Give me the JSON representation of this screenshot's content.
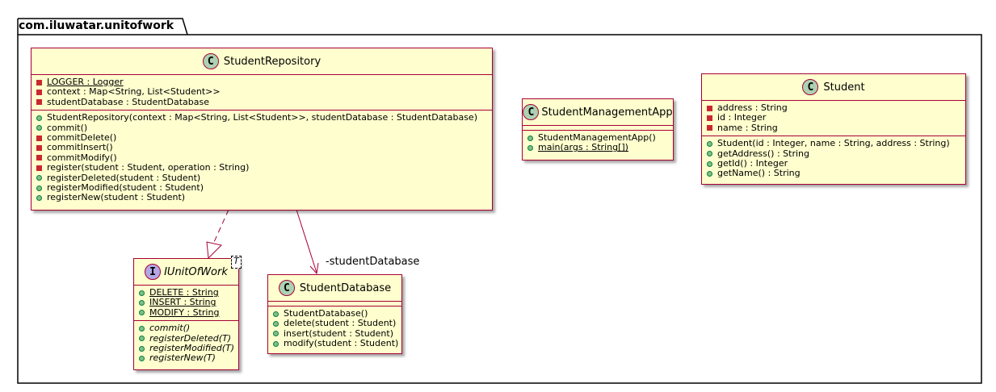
{
  "package": {
    "name": "com.iluwatar.unitofwork"
  },
  "classes": {
    "student_repository": {
      "name": "StudentRepository",
      "kind": "C",
      "fields": [
        {
          "vis": "private",
          "text": "LOGGER : Logger",
          "static": true
        },
        {
          "vis": "private",
          "text": "context : Map<String, List<Student>>"
        },
        {
          "vis": "private",
          "text": "studentDatabase : StudentDatabase"
        }
      ],
      "methods": [
        {
          "vis": "public",
          "text": "StudentRepository(context : Map<String, List<Student>>, studentDatabase : StudentDatabase)"
        },
        {
          "vis": "public",
          "text": "commit()"
        },
        {
          "vis": "private",
          "text": "commitDelete()"
        },
        {
          "vis": "private",
          "text": "commitInsert()"
        },
        {
          "vis": "private",
          "text": "commitModify()"
        },
        {
          "vis": "private",
          "text": "register(student : Student, operation : String)"
        },
        {
          "vis": "public",
          "text": "registerDeleted(student : Student)"
        },
        {
          "vis": "public",
          "text": "registerModified(student : Student)"
        },
        {
          "vis": "public",
          "text": "registerNew(student : Student)"
        }
      ]
    },
    "student_management_app": {
      "name": "StudentManagementApp",
      "kind": "C",
      "fields": [],
      "methods": [
        {
          "vis": "public",
          "text": "StudentManagementApp()"
        },
        {
          "vis": "public",
          "text": "main(args : String[])",
          "static": true
        }
      ]
    },
    "student": {
      "name": "Student",
      "kind": "C",
      "fields": [
        {
          "vis": "private",
          "text": "address : String"
        },
        {
          "vis": "private",
          "text": "id : Integer"
        },
        {
          "vis": "private",
          "text": "name : String"
        }
      ],
      "methods": [
        {
          "vis": "public",
          "text": "Student(id : Integer, name : String, address : String)"
        },
        {
          "vis": "public",
          "text": "getAddress() : String"
        },
        {
          "vis": "public",
          "text": "getId() : Integer"
        },
        {
          "vis": "public",
          "text": "getName() : String"
        }
      ]
    },
    "iunit_of_work": {
      "name": "IUnitOfWork",
      "kind": "I",
      "type_param": "T",
      "fields": [
        {
          "vis": "public",
          "text": "DELETE : String",
          "static": true
        },
        {
          "vis": "public",
          "text": "INSERT : String",
          "static": true
        },
        {
          "vis": "public",
          "text": "MODIFY : String",
          "static": true
        }
      ],
      "methods": [
        {
          "vis": "public",
          "text": "commit()",
          "abstract": true
        },
        {
          "vis": "public",
          "text": "registerDeleted(T)",
          "abstract": true
        },
        {
          "vis": "public",
          "text": "registerModified(T)",
          "abstract": true
        },
        {
          "vis": "public",
          "text": "registerNew(T)",
          "abstract": true
        }
      ]
    },
    "student_database": {
      "name": "StudentDatabase",
      "kind": "C",
      "fields": [],
      "methods": [
        {
          "vis": "public",
          "text": "StudentDatabase()"
        },
        {
          "vis": "public",
          "text": "delete(student : Student)"
        },
        {
          "vis": "public",
          "text": "insert(student : Student)"
        },
        {
          "vis": "public",
          "text": "modify(student : Student)"
        }
      ]
    }
  },
  "relations": [
    {
      "from": "StudentRepository",
      "to": "IUnitOfWork",
      "type": "realization"
    },
    {
      "from": "StudentRepository",
      "to": "StudentDatabase",
      "type": "association",
      "label": "-studentDatabase"
    }
  ],
  "colors": {
    "border": "#a80036",
    "class_fill": "#fefece",
    "class_circle": "#add1b2",
    "interface_circle": "#b4a7e5",
    "private_marker": "#c82930",
    "public_marker": "#84be84"
  }
}
